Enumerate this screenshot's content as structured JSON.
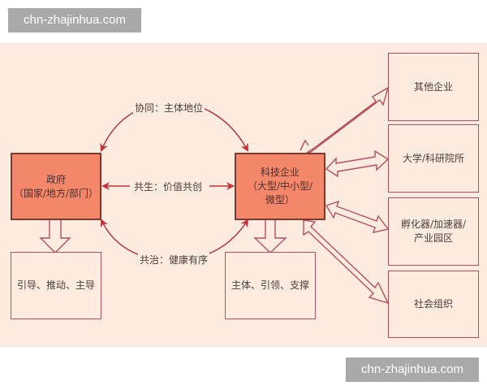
{
  "watermarks": {
    "top": "chn-zhajinhua.com",
    "bottom": "chn-zhajinhua.com"
  },
  "diagram": {
    "government": {
      "title": "政府",
      "subtitle": "（国家/地方/部门）"
    },
    "tech_enterprise": {
      "title": "科技企业",
      "subtitle": "（大型/中小型/",
      "subtitle2": "微型）"
    },
    "government_role": "引导、推动、主导",
    "enterprise_role": "主体、引领、支撑",
    "relations": {
      "top": "协同：主体地位",
      "middle": "共生：价值共创",
      "bottom": "共治：健康有序"
    },
    "partners": [
      {
        "line1": "其他企业",
        "line2": ""
      },
      {
        "line1": "大学/科研院所",
        "line2": ""
      },
      {
        "line1": "孵化器/加速器/",
        "line2": "产业园区"
      },
      {
        "line1": "社会组织",
        "line2": ""
      }
    ],
    "colors": {
      "background": "#fdebe0",
      "filled_box": "#f4876a",
      "filled_border": "#7a3a32",
      "outline": "#b4505a",
      "red_arrow": "#c8303a"
    }
  }
}
